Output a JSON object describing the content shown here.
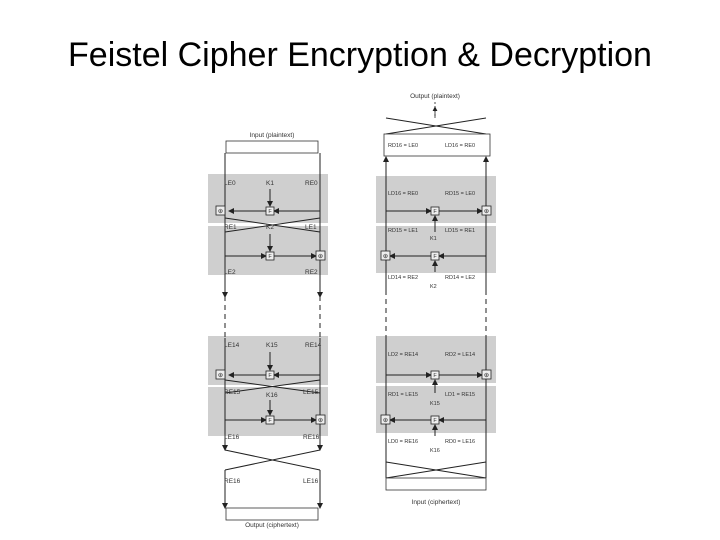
{
  "slide": {
    "title": "Feistel Cipher Encryption & Decryption"
  },
  "encryption": {
    "input_label": "Input (plaintext)",
    "output_label": "Output (ciphertext)",
    "round1": {
      "left": "LE0",
      "key": "K1",
      "right": "RE0"
    },
    "round2": {
      "left": "RE1",
      "key": "K2",
      "right": "LE1"
    },
    "after2": {
      "left": "LE2",
      "right": "RE2"
    },
    "round15": {
      "left": "LE14",
      "key": "K15",
      "right": "RE14"
    },
    "round16": {
      "left": "RE15",
      "key": "K16",
      "right": "LE15"
    },
    "after16": {
      "left": "LE16",
      "right": "RE16"
    },
    "swap": {
      "left": "RE16",
      "right": "LE16"
    },
    "f_label": "F",
    "xor_label": "⊕"
  },
  "decryption": {
    "output_label": "Output (plaintext)",
    "input_label": "Input (ciphertext)",
    "top": {
      "left": "RD16 = LE0",
      "right": "LD16 = RE0"
    },
    "r1": {
      "left": "LD16 = RE0",
      "right": "RD15 = LE0"
    },
    "r1b": {
      "left": "RD15 = LE1",
      "right": "LD15 = RE1",
      "key": "K1"
    },
    "r2": {
      "left": "LD14 = RE2",
      "right": "RD14 = LE2",
      "key": "K2"
    },
    "r15": {
      "left": "LD2 = RE14",
      "right": "RD2 = LE14"
    },
    "r15b": {
      "left": "RD1 = LE15",
      "right": "LD1 = RE15",
      "key": "K15"
    },
    "r16": {
      "left": "LD0 = RE16",
      "right": "RD0 = LE16",
      "key": "K16"
    }
  }
}
